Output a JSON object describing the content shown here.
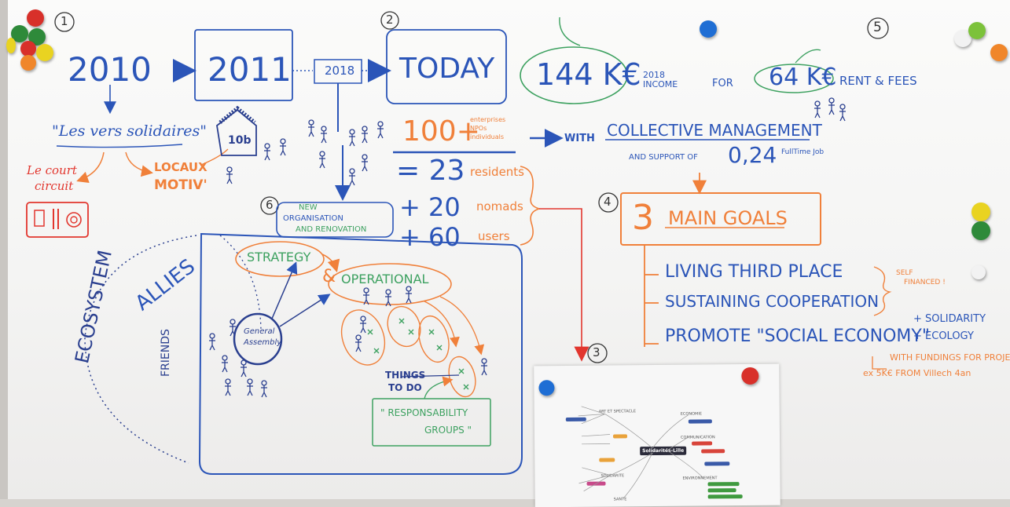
{
  "timeline": {
    "y2010": "2010",
    "y2011": "2011",
    "y2018": "2018",
    "today": "TODAY"
  },
  "markers": {
    "m1": "1",
    "m2": "2",
    "m3": "3",
    "m4": "4",
    "m5": "5",
    "m6": "6"
  },
  "left": {
    "vers_solidaires": "\"Les vers solidaires\"",
    "court_circuit_1": "Le court",
    "court_circuit_2": "circuit",
    "locaux_1": "LOCAUX",
    "locaux_2": "MOTIV'",
    "house_number": "10b"
  },
  "stats": {
    "count_100": "100+",
    "count_100_note_1": "enterprises",
    "count_100_note_2": "NPOs",
    "count_100_note_3": "individuals",
    "residents_num": "= 23",
    "residents_label": "residents",
    "nomads_num": "+ 20",
    "nomads_label": "nomads",
    "users_num": "+ 60",
    "users_label": "users"
  },
  "income": {
    "amount": "144 K€",
    "label_1": "2018",
    "label_2": "INCOME",
    "for": "FOR",
    "rent_amount": "64 K€",
    "rent_label": "RENT & FEES"
  },
  "management": {
    "with": "WITH",
    "collective": "COLLECTIVE MANAGEMENT",
    "support": "AND SUPPORT OF",
    "fte_value": "0,24",
    "fte_label": "FullTime Job"
  },
  "goals": {
    "title_num": "3",
    "title": "MAIN GOALS",
    "goal_1": "LIVING THIRD PLACE",
    "goal_2": "SUSTAINING COOPERATION",
    "goal_3": "PROMOTE \"SOCIAL ECONOMY\"",
    "extra_1": "+ SOLIDARITY",
    "extra_2": "+ ECOLOGY",
    "self_1": "SELF",
    "self_2": "FINANCED !",
    "fund_1": "WITH FUNDINGS FOR PROJECTS",
    "fund_2": "ex 5K€ FROM Villech 4an"
  },
  "org": {
    "new_1": "NEW",
    "new_2": "ORGANISATION",
    "new_3": "AND RENOVATION",
    "strategy": "STRATEGY",
    "amp": "&",
    "operational": "OPERATIONAL",
    "general_1": "General",
    "general_2": "Assembly",
    "things_1": "THINGS",
    "things_2": "TO DO",
    "resp_1": "\" RESPONSABILITY",
    "resp_2": "GROUPS \"",
    "ecosystem": "ECOSYSTEM",
    "allies": "ALLIES",
    "friends": "FRIENDS"
  },
  "paper": {
    "center": "Solidarités-Lille",
    "n1": "ART ET SPECTACLE",
    "n2": "COMMUNICATION",
    "n3": "SOLIDARITE",
    "n4": "ENVIRONNEMENT",
    "n5": "SANTE",
    "n6": "ECONOMIE"
  },
  "magnet_colors": {
    "red": "#d8302a",
    "green": "#2e8a3a",
    "yellow": "#e9d321",
    "orange": "#f0862a",
    "blue": "#1f6ed4",
    "white": "#f2f2f2",
    "lime": "#7cc23a"
  }
}
